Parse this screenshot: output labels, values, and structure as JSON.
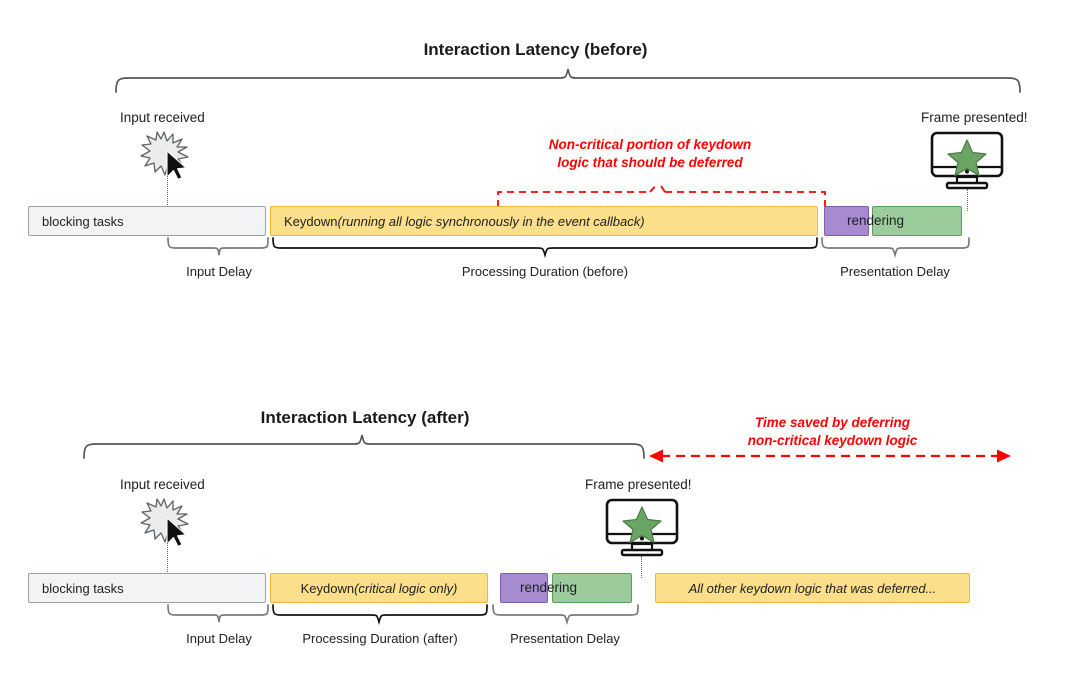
{
  "diagrams": [
    {
      "title": "Interaction Latency (before)",
      "events": {
        "input_received": "Input received",
        "frame_presented": "Frame presented!"
      },
      "annotation": {
        "line1": "Non-critical portion of keydown",
        "line2": "logic that should be deferred",
        "color": "#ff0000"
      },
      "bars": [
        {
          "label": "blocking tasks",
          "label_italic": "",
          "kind": "blocking"
        },
        {
          "label": "Keydown ",
          "label_italic": "(running all logic synchronously in the event callback)",
          "kind": "keydown"
        },
        {
          "label": "",
          "label_italic": "",
          "kind": "purple"
        },
        {
          "label": "",
          "label_italic": "",
          "kind": "green"
        }
      ],
      "overlay_label": "rendering",
      "phases": [
        "Input Delay",
        "Processing Duration (before)",
        "Presentation Delay"
      ]
    },
    {
      "title": "Interaction Latency (after)",
      "events": {
        "input_received": "Input received",
        "frame_presented": "Frame presented!"
      },
      "annotation": {
        "line1": "Time saved by deferring",
        "line2": "non-critical keydown logic",
        "color": "#ff0000"
      },
      "bars": [
        {
          "label": "blocking tasks",
          "label_italic": "",
          "kind": "blocking"
        },
        {
          "label": "Keydown ",
          "label_italic": "(critical logic only)",
          "kind": "keydown"
        },
        {
          "label": "",
          "label_italic": "",
          "kind": "purple"
        },
        {
          "label": "",
          "label_italic": "",
          "kind": "green"
        },
        {
          "label": "",
          "label_italic": "All other keydown logic that was deferred...",
          "kind": "deferred"
        }
      ],
      "overlay_label": "rendering",
      "phases": [
        "Input Delay",
        "Processing Duration (after)",
        "Presentation Delay"
      ]
    }
  ],
  "icons": {
    "input": "sparkle-cursor-icon",
    "frame": "monitor-star-icon"
  },
  "colors": {
    "blocking": "#f1f3f4",
    "keydown": "#fcdf8a",
    "purple": "#a78bd0",
    "green": "#9ccc9c",
    "accent_red": "#ff0000"
  }
}
